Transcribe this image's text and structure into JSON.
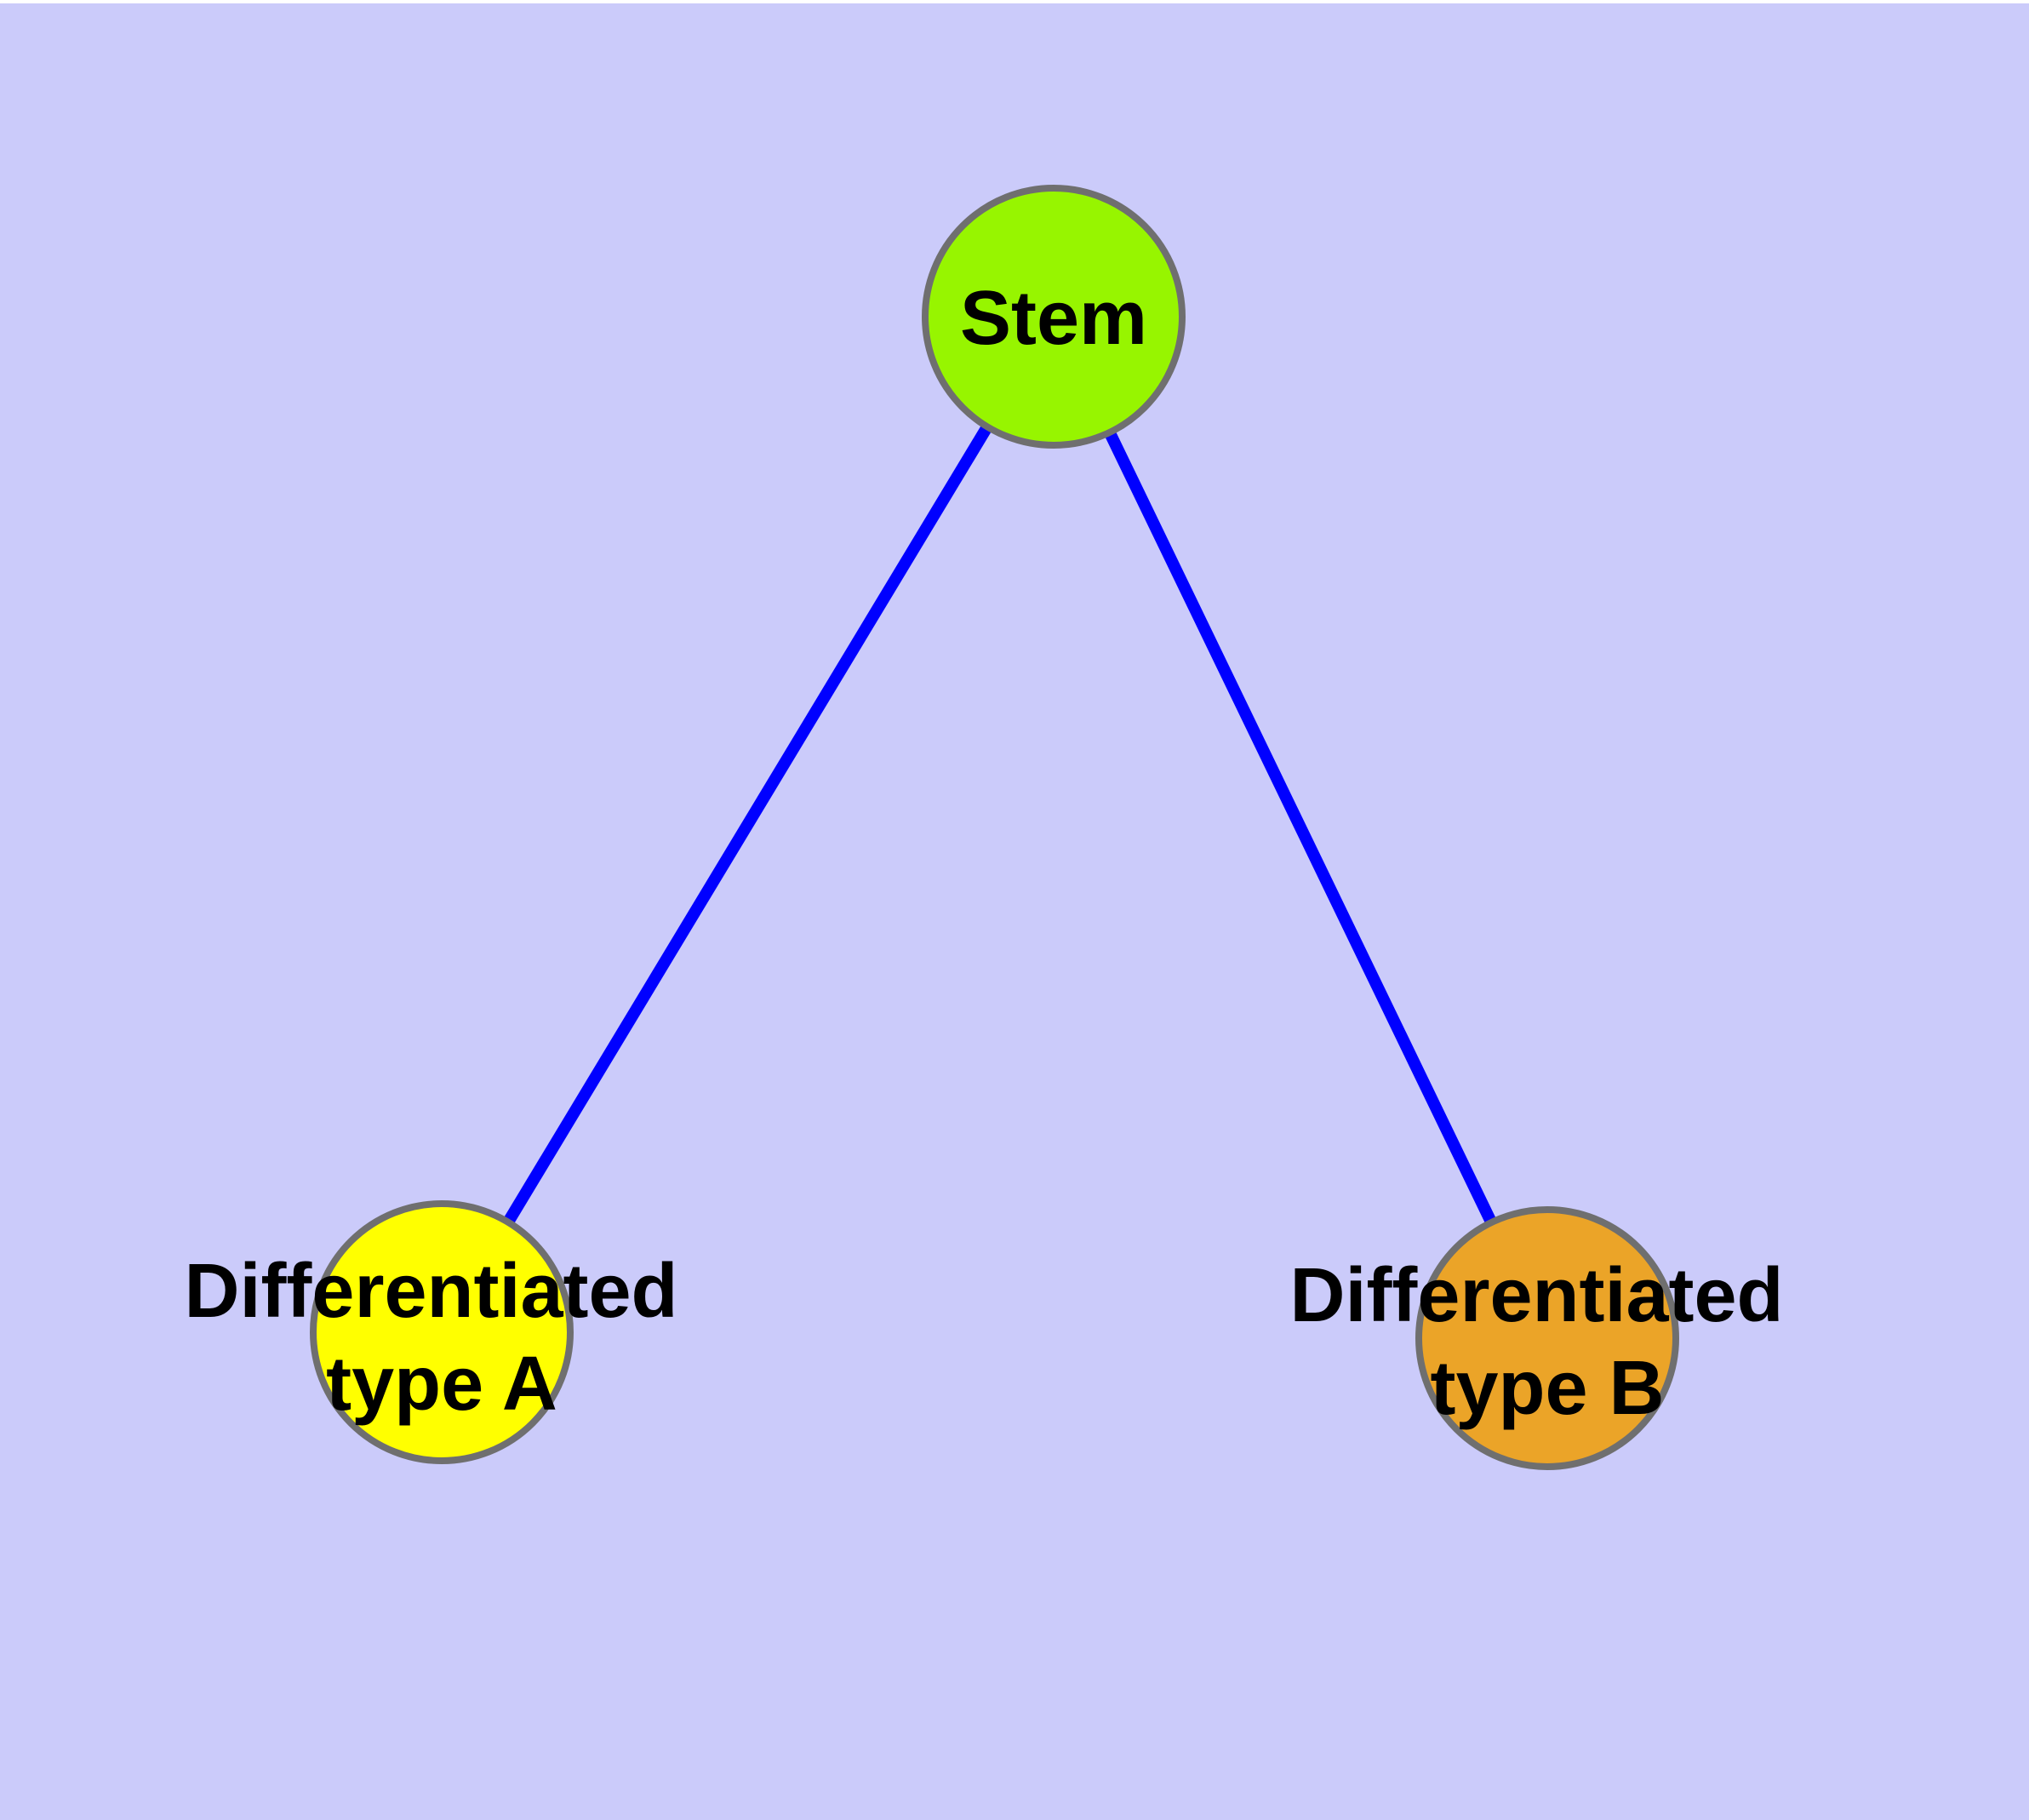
{
  "diagram": {
    "title": "",
    "colors": {
      "background": "#CBCBFA",
      "top_strip": "#FFFFFF",
      "edge": "#0000FF",
      "node_border": "#6F6F6F",
      "label_text": "#000000",
      "stem_fill": "#97F500",
      "type_a_fill": "#FFFF00",
      "type_b_fill": "#EBA428"
    },
    "nodes": [
      {
        "id": "stem",
        "label": "Stem"
      },
      {
        "id": "differentiated-type-a",
        "label": "Differentiated type A",
        "label_line1": "Differentiated",
        "label_line2": "type A"
      },
      {
        "id": "differentiated-type-b",
        "label": "Differentiated type B",
        "label_line1": "Differentiated",
        "label_line2": "type B"
      }
    ],
    "edges": [
      {
        "from": "Stem",
        "to": "Differentiated type A"
      },
      {
        "from": "Stem",
        "to": "Differentiated type B"
      }
    ]
  }
}
